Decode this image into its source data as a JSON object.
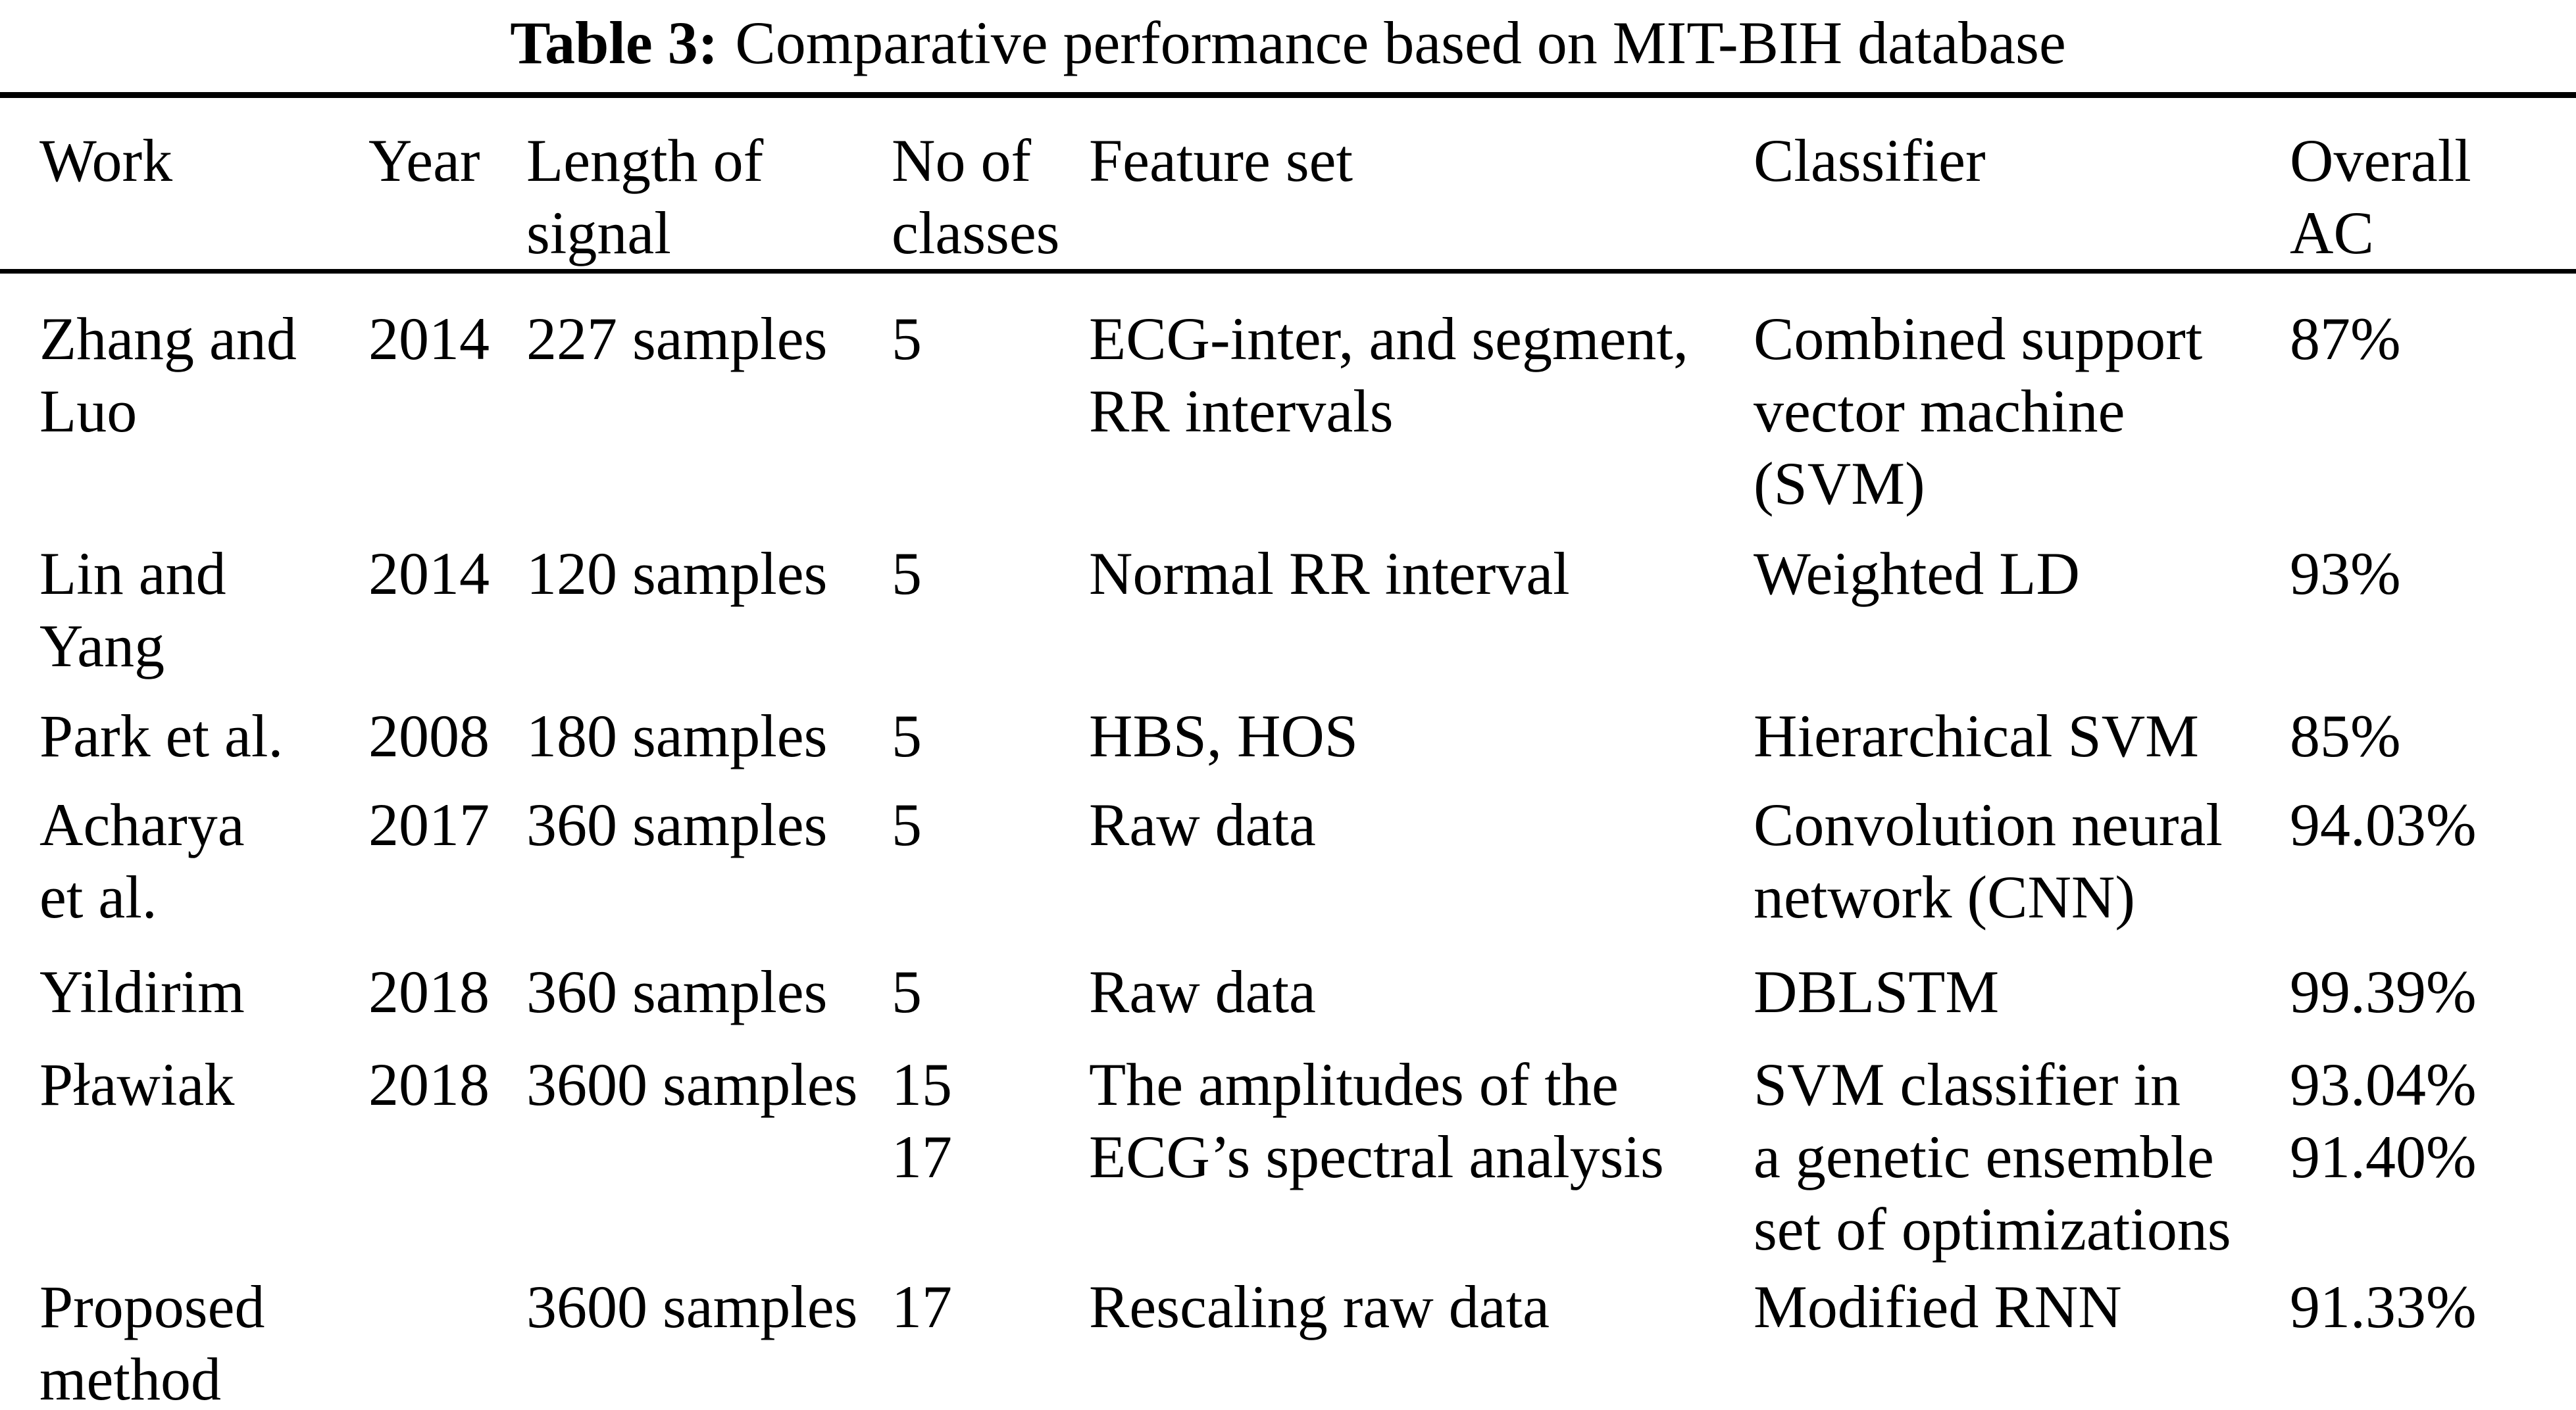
{
  "colors": {
    "background": "#ffffff",
    "text": "#000000",
    "rule": "#000000"
  },
  "title": {
    "label": "Table 3:",
    "text": "Comparative performance based on MIT-BIH database"
  },
  "columns": {
    "work": "Work",
    "year": "Year",
    "length": "Length of\nsignal",
    "classes": "No of\nclasses",
    "features": "Feature set",
    "classifier": "Classifier",
    "accuracy": "Overall\nAC"
  },
  "rows": [
    {
      "work": "Zhang and\nLuo",
      "year": "2014",
      "length": "227 samples",
      "classes": "5",
      "features": "ECG-inter, and segment,\nRR intervals",
      "classifier": "Combined support\nvector machine\n(SVM)",
      "accuracy": "87%"
    },
    {
      "work": "Lin and\nYang",
      "year": "2014",
      "length": "120 samples",
      "classes": "5",
      "features": "Normal RR interval",
      "classifier": "Weighted LD",
      "accuracy": "93%"
    },
    {
      "work": "Park et al.",
      "year": "2008",
      "length": "180 samples",
      "classes": "5",
      "features": "HBS, HOS",
      "classifier": "Hierarchical SVM",
      "accuracy": "85%"
    },
    {
      "work": "Acharya\net al.",
      "year": "2017",
      "length": "360 samples",
      "classes": "5",
      "features": "Raw data",
      "classifier": "Convolution neural\nnetwork (CNN)",
      "accuracy": "94.03%"
    },
    {
      "work": "Yildirim",
      "year": "2018",
      "length": "360 samples",
      "classes": "5",
      "features": "Raw data",
      "classifier": "DBLSTM",
      "accuracy": "99.39%"
    },
    {
      "work": "Pławiak",
      "year": "2018",
      "length": "3600 samples",
      "classes": "15\n17",
      "features": "The amplitudes of the\nECG’s spectral analysis",
      "classifier": "SVM classifier in\na genetic ensemble\nset of optimizations",
      "accuracy": "93.04%\n91.40%"
    },
    {
      "work": "Proposed\nmethod",
      "year": "",
      "length": "3600 samples",
      "classes": "17",
      "features": "Rescaling raw data",
      "classifier": "Modified RNN",
      "accuracy": "91.33%"
    }
  ]
}
